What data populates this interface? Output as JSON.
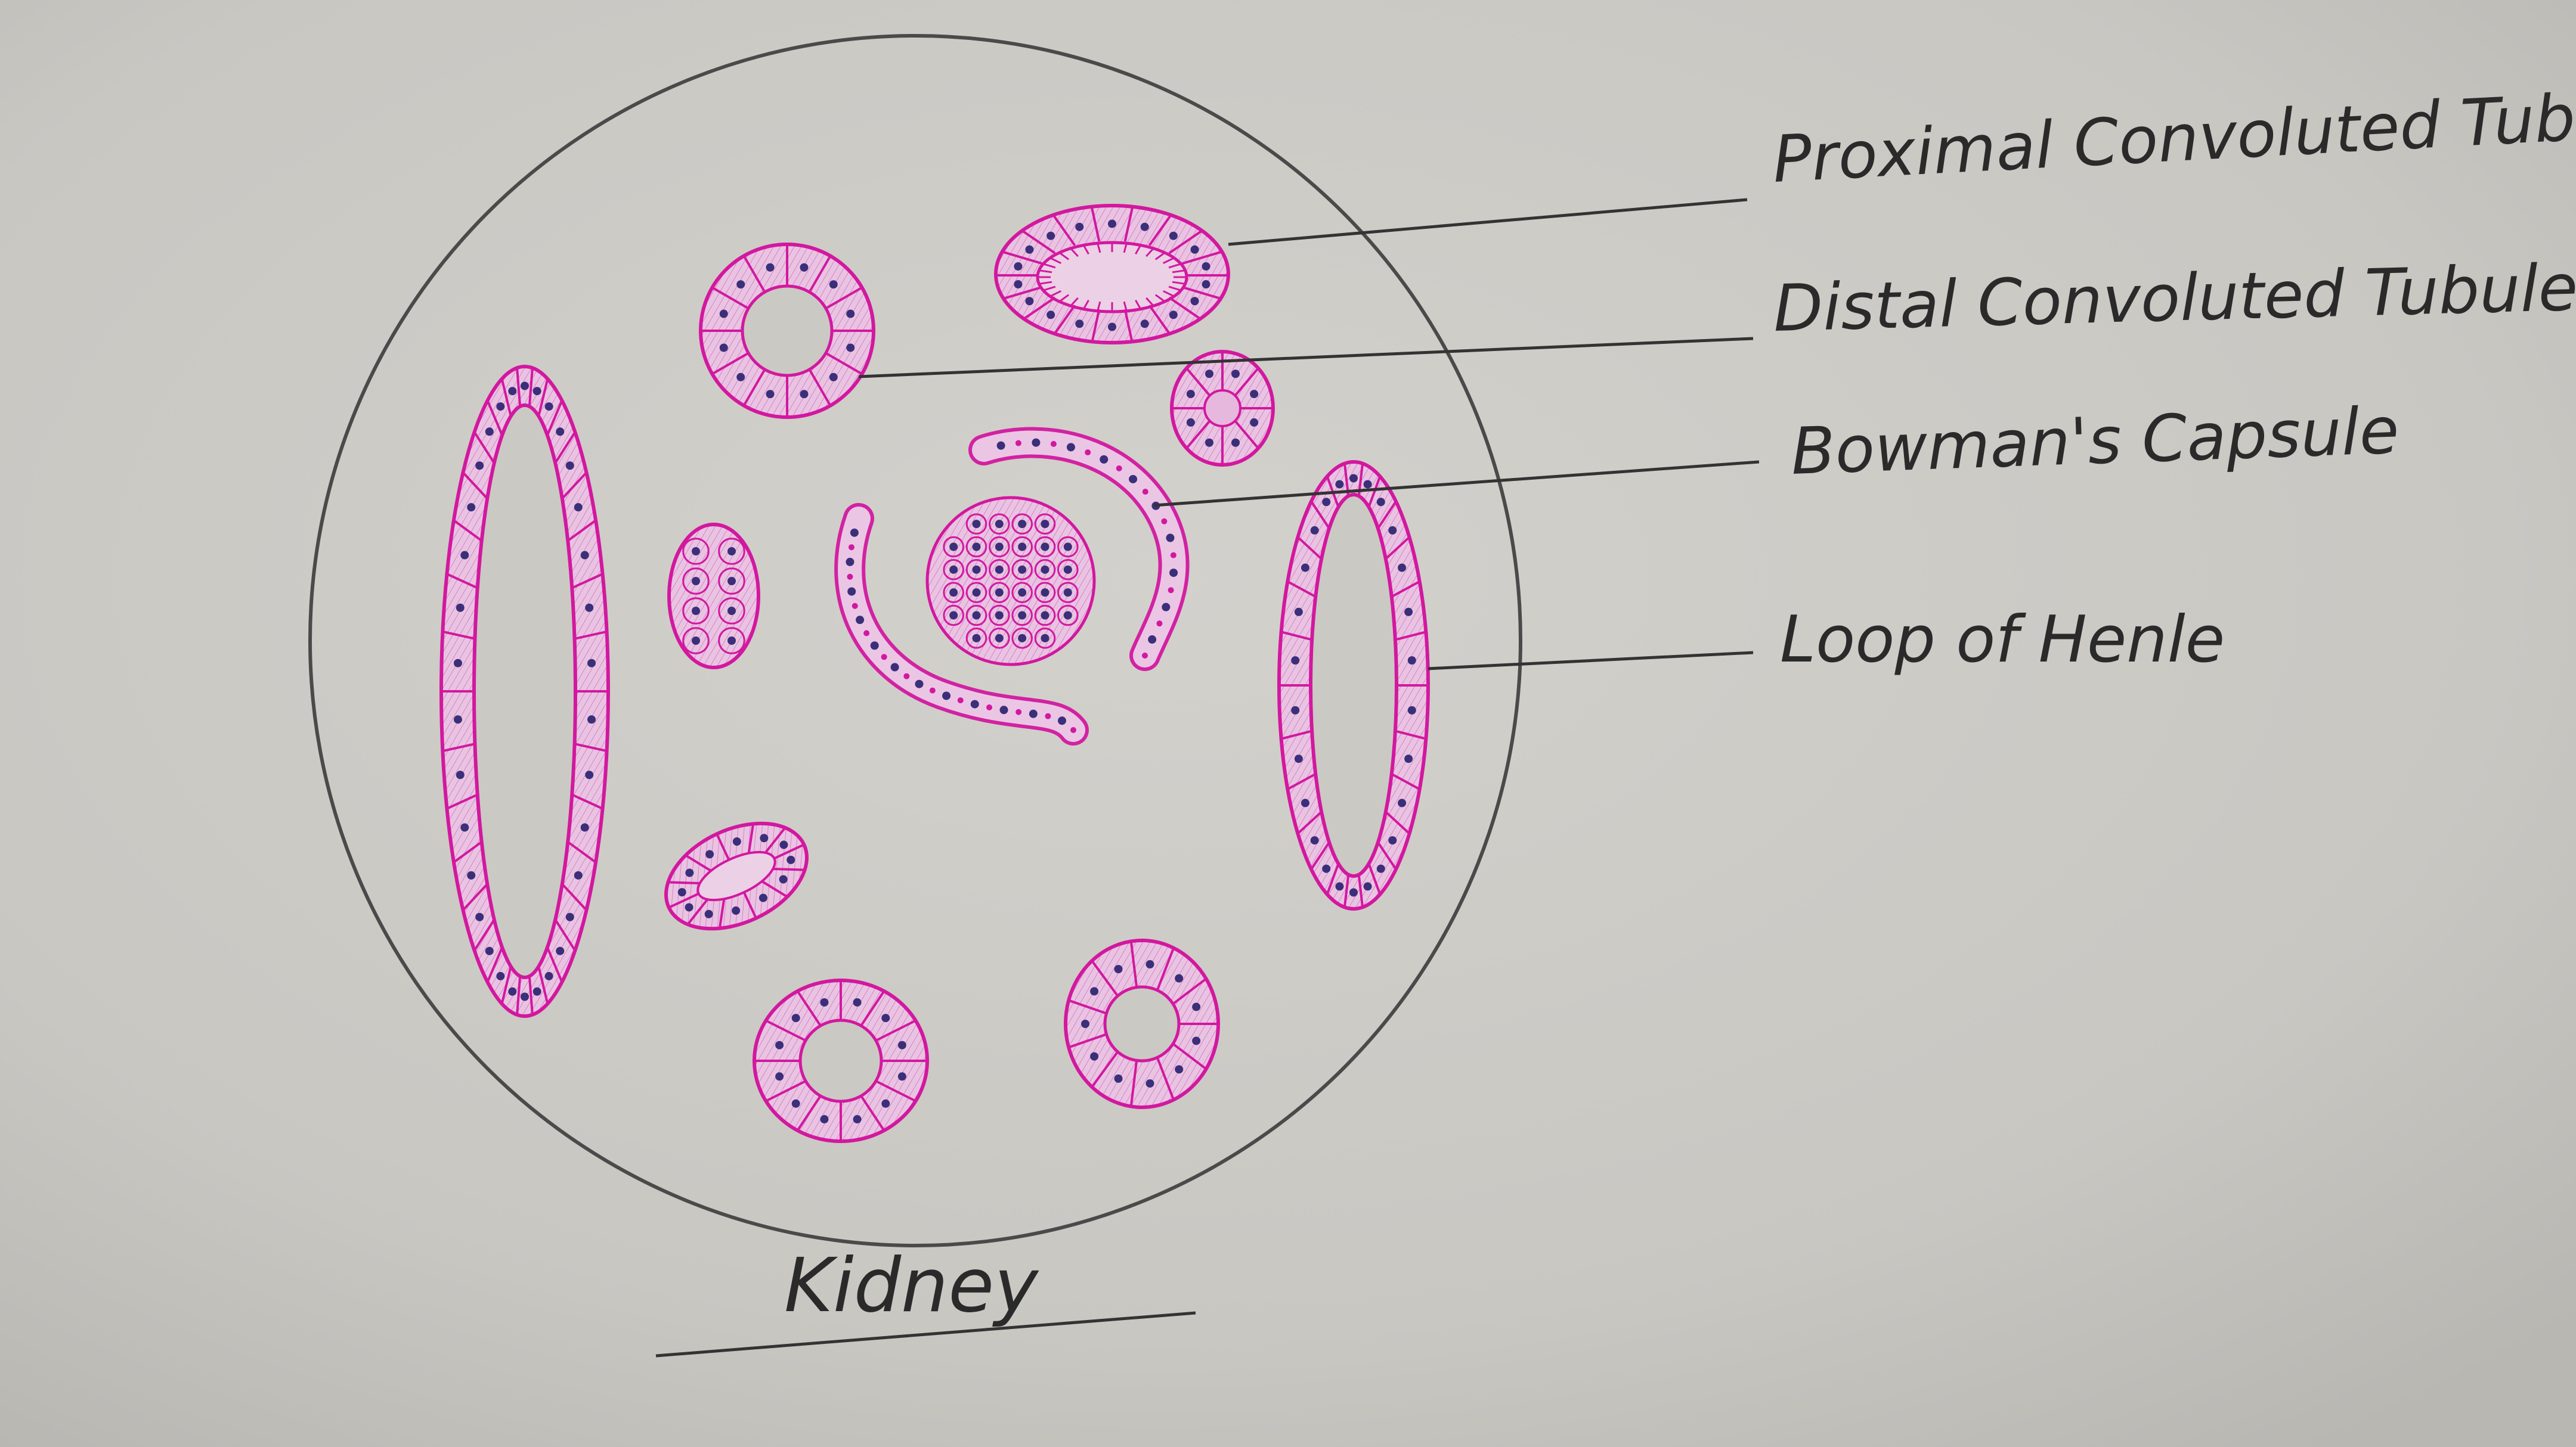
{
  "diagram": {
    "caption": "Kidney",
    "labels": {
      "pct": "Proximal Convoluted Tubule",
      "dct": "Distal Convoluted Tubule",
      "bowman": "Bowman's Capsule",
      "henle": "Loop of Henle"
    }
  },
  "colors": {
    "paper": "#cbc9c4",
    "outline": "#4a4a4a",
    "tissue_outline": "#d2189f",
    "tissue_fill": "#e6b8dd",
    "nucleus": "#3b2f7a"
  }
}
